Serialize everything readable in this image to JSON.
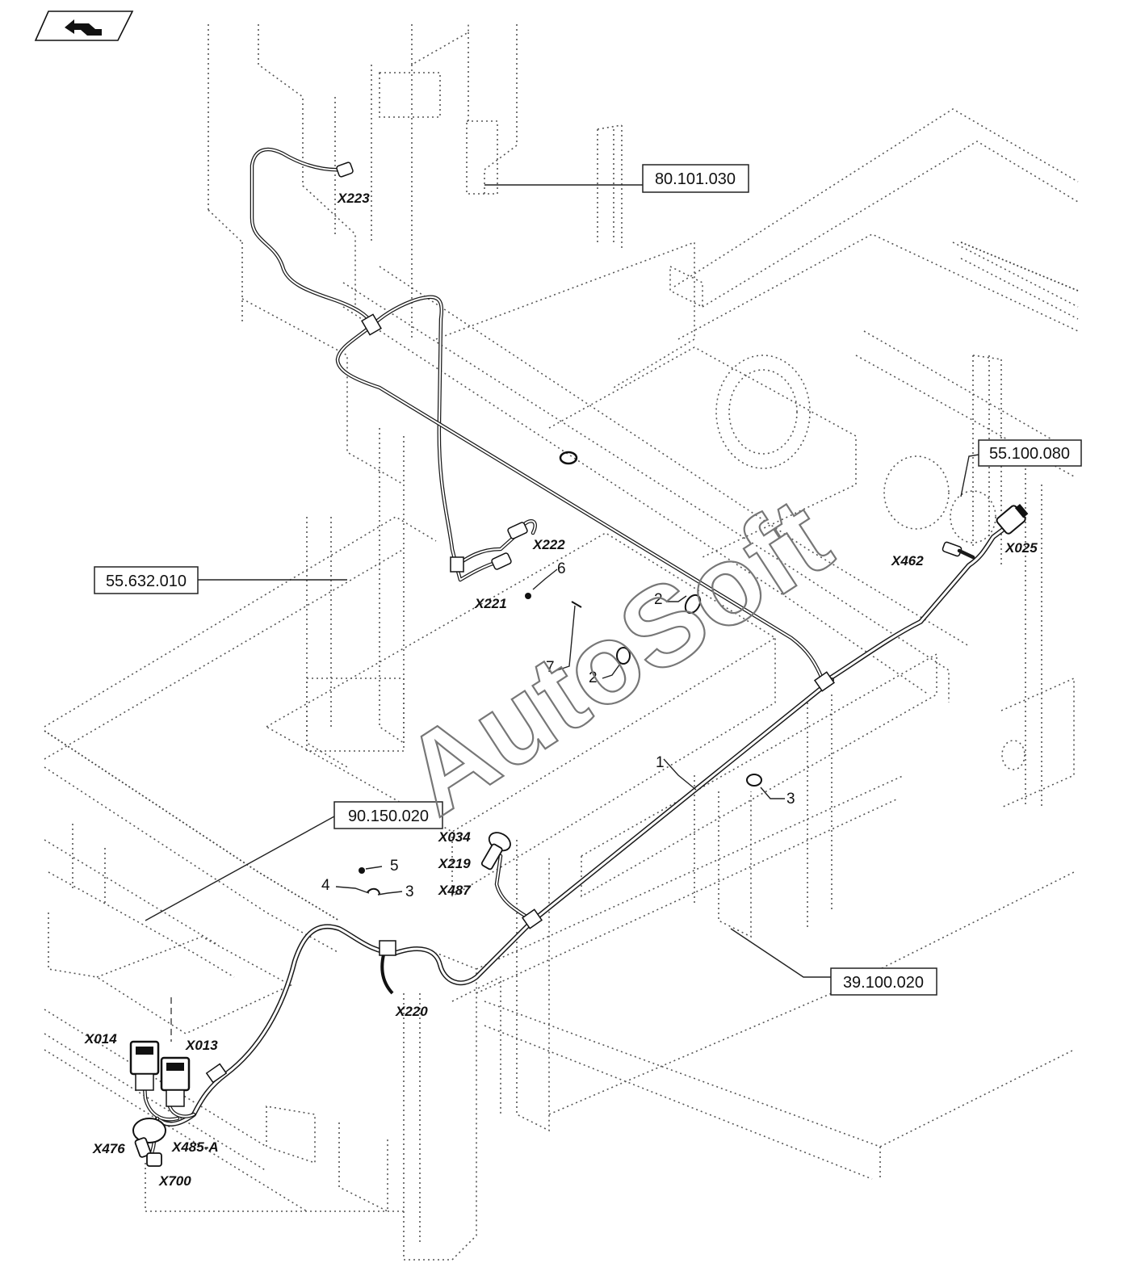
{
  "nav_icon": {
    "name": "back-arrow-icon",
    "color": "#000000"
  },
  "watermark": {
    "text": "AutoSoft"
  },
  "references": [
    {
      "id": "ref-80101030",
      "text": "80.101.030"
    },
    {
      "id": "ref-55100080",
      "text": "55.100.080"
    },
    {
      "id": "ref-55632010",
      "text": "55.632.010"
    },
    {
      "id": "ref-90150020",
      "text": "90.150.020"
    },
    {
      "id": "ref-39100020",
      "text": "39.100.020"
    }
  ],
  "connectors": [
    "X223",
    "X222",
    "X221",
    "X462",
    "X025",
    "X034",
    "X219",
    "X487",
    "X220",
    "X014",
    "X013",
    "X476",
    "X485-A",
    "X700"
  ],
  "item_numbers": [
    "6",
    "2",
    "7",
    "2",
    "1",
    "3",
    "5",
    "4",
    "3"
  ]
}
